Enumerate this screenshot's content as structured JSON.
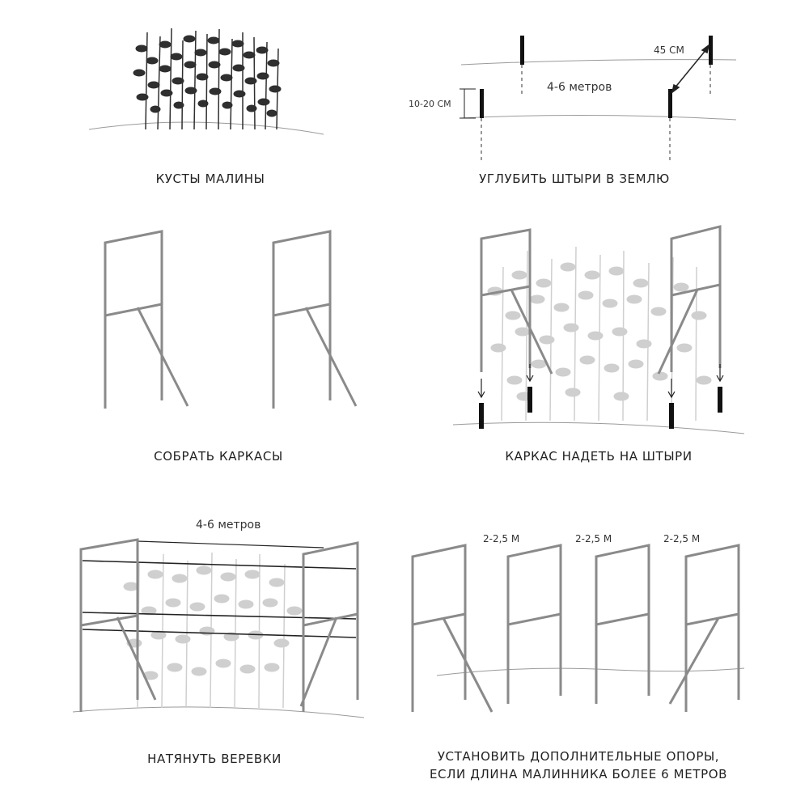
{
  "colors": {
    "frame": "#8a8a8a",
    "ink": "#222222",
    "foliage": "#2f2f2f",
    "foliage_faded": "#cfcfcf",
    "ground": "#9a9a9a",
    "stake": "#111111"
  },
  "steps": [
    {
      "caption": "КУСТЫ МАЛИНЫ"
    },
    {
      "caption": "УГЛУБИТЬ ШТЫРИ В ЗЕМЛЮ"
    },
    {
      "caption": "СОБРАТЬ КАРКАСЫ"
    },
    {
      "caption": "КАРКАС НАДЕТЬ НА ШТЫРИ"
    },
    {
      "caption": "НАТЯНУТЬ ВЕРЕВКИ"
    },
    {
      "caption_line1": "УСТАНОВИТЬ ДОПОЛНИТЕЛЬНЫЕ ОПОРЫ,",
      "caption_line2": "ЕСЛИ ДЛИНА МАЛИННИКА БОЛЕЕ 6 МЕТРОВ"
    }
  ],
  "annotations": {
    "stake_spacing": "45 СМ",
    "row_length": "4-6 метров",
    "stake_depth": "10-20 СМ",
    "rope_length": "4-6 метров",
    "support_spacing": [
      "2-2,5 М",
      "2-2,5 М",
      "2-2,5 М"
    ]
  }
}
